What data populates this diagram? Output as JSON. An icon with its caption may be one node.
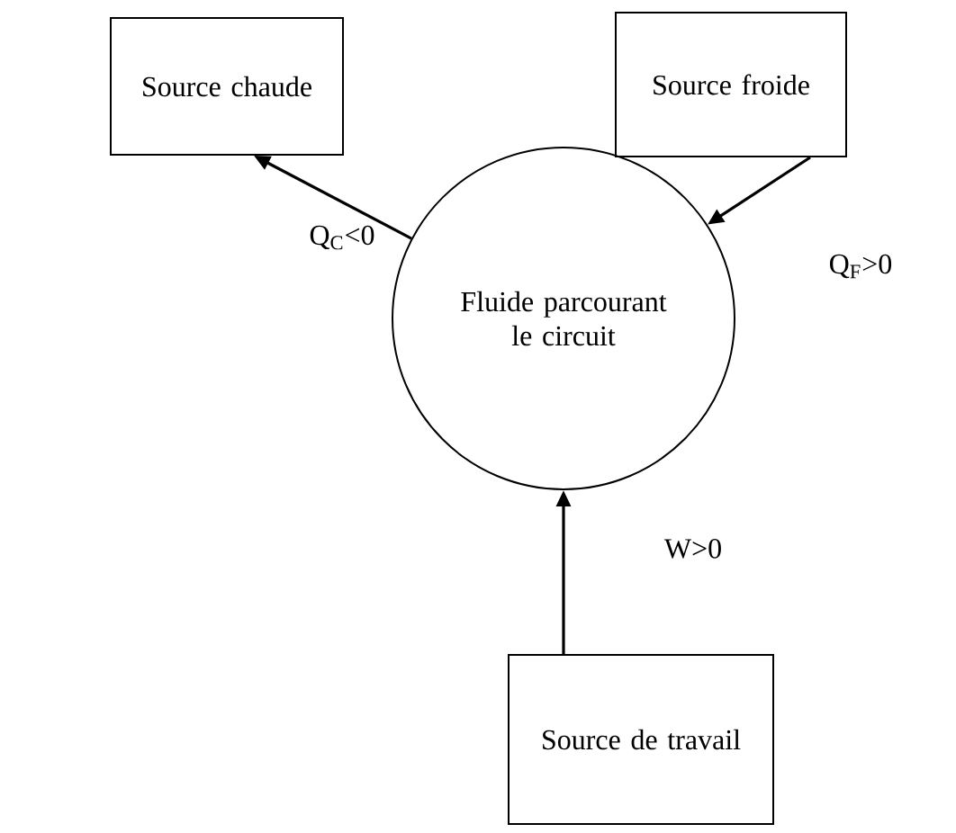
{
  "diagram": {
    "nodes": [
      {
        "text": [
          "Source chaude"
        ]
      },
      {
        "text": [
          "Source froide"
        ]
      },
      {
        "text": [
          "Fluide parcourant le circuit"
        ]
      },
      {
        "text": [
          "Source de travail"
        ]
      }
    ],
    "edges": [
      {
        "from": 2,
        "to": 0,
        "arrow": "to",
        "label": "Q$_{C}$<0"
      },
      {
        "from": 1,
        "to": 2,
        "arrow": "to",
        "label": "Q$_{F}$>0"
      },
      {
        "from": 3,
        "to": 2,
        "arrow": "to",
        "label": "W>0"
      }
    ]
  }
}
